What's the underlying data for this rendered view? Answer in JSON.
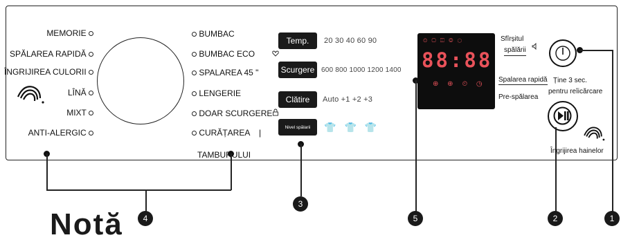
{
  "left_programs": [
    "MEMORIE",
    "SPĂLAREA RAPIDĂ",
    "ÎNGRIJIREA CULORII",
    "LÎNĂ",
    "MIXT",
    "ANTI-ALERGIC"
  ],
  "right_programs": [
    "BUMBAC",
    "BUMBAC ECO",
    "SPALAREA 45 \"",
    "LENGERIE",
    "DOAR SCURGERE",
    "CURĂȚAREA"
  ],
  "right_program_extra": "TAMBURULUI",
  "buttons": {
    "temp": "Temp.",
    "scurgere": "Scurgere",
    "clatire": "Clătire",
    "nivel": "Nivel spălarii"
  },
  "values": {
    "temp": "20  30   40   60   90",
    "scurgere": "600  800  1000  1200  1400",
    "clatire": "Auto  +1    +2    +3"
  },
  "display": {
    "digits": "88:88",
    "top_icons": "⏲ ▢ ◫ ◎ ⬡",
    "bottom_icons": "⊕ ⊕ ⏲ ◷"
  },
  "right_labels": {
    "sfarsit_line1": "Sfîrșitul",
    "sfarsit_line2": "spălării",
    "spalare_rapida": "Spalarea rapidă",
    "prespalarea": "Pre-spălarea",
    "tine": "Ține 3 sec.",
    "reincarcare": "pentru reîicărcare",
    "ingrijirea": "Îngrijirea hainelor"
  },
  "badges": [
    "1",
    "2",
    "3",
    "4",
    "5"
  ],
  "footer_text": "Notă"
}
